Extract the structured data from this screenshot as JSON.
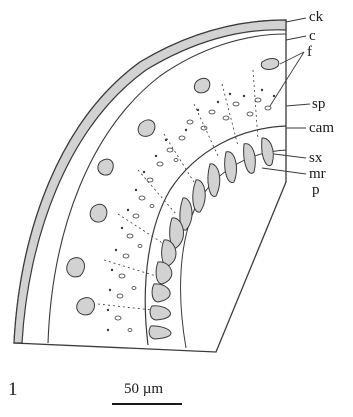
{
  "figure": {
    "number": "1",
    "scale_bar": "50 µm",
    "labels": {
      "ck": "ck",
      "c": "c",
      "f": "f",
      "sp": "sp",
      "cam": "cam",
      "sx": "sx",
      "mr": "mr",
      "p": "p"
    }
  },
  "colors": {
    "ink": "#3a3a3a",
    "fill": "#d2d2d2",
    "paper": "#ffffff"
  }
}
